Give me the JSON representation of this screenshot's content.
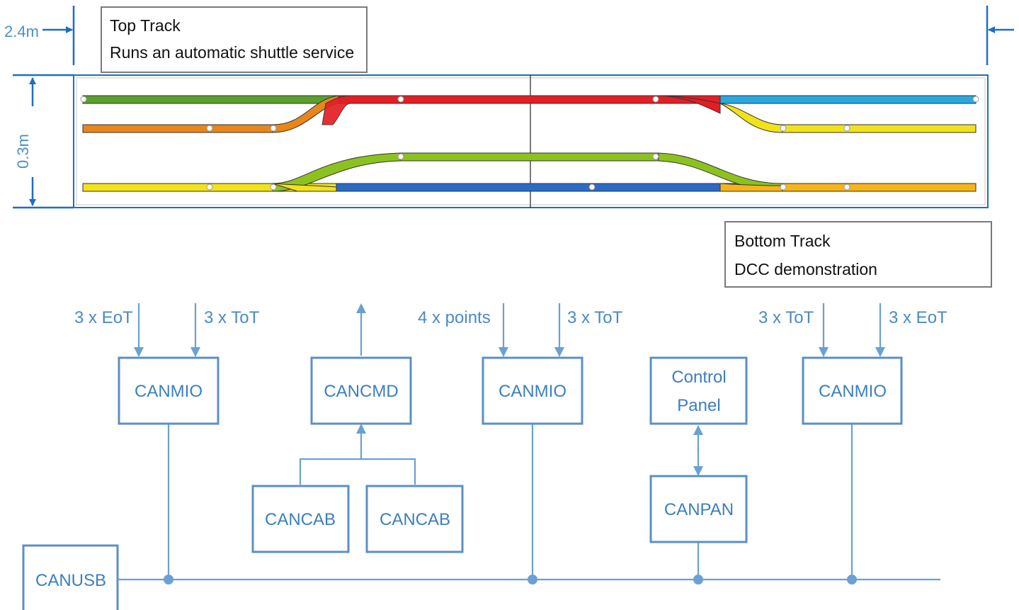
{
  "dimensions": {
    "length_label": "2.4m",
    "width_label": "0.3m"
  },
  "notes": {
    "top": {
      "title": "Top Track",
      "subtitle": "Runs an automatic shuttle service"
    },
    "bottom": {
      "title": "Bottom Track",
      "subtitle": "DCC demonstration"
    }
  },
  "io_labels": {
    "mio1_left": "3 x EoT",
    "mio1_right": "3 x ToT",
    "mio2_left": "4 x points",
    "mio2_right": "3 x ToT",
    "mio3_left": "3 x ToT",
    "mio3_right": "3 x EoT"
  },
  "nodes": {
    "canmio_1": "CANMIO",
    "cancmd": "CANCMD",
    "canmio_2": "CANMIO",
    "control_panel_line1": "Control",
    "control_panel_line2": "Panel",
    "canmio_3": "CANMIO",
    "cancab_1": "CANCAB",
    "cancab_2": "CANCAB",
    "canpan": "CANPAN",
    "canusb": "CANUSB"
  },
  "colors": {
    "accent": "#5b8fc6",
    "track_green": "#5aa02c",
    "track_orange": "#e8861a",
    "track_red": "#e31e24",
    "track_cyan": "#29a8df",
    "track_yellow": "#f2e21a",
    "track_olive": "#8cc21f",
    "track_blue": "#2a6bc6",
    "track_amber": "#f5b41a"
  }
}
